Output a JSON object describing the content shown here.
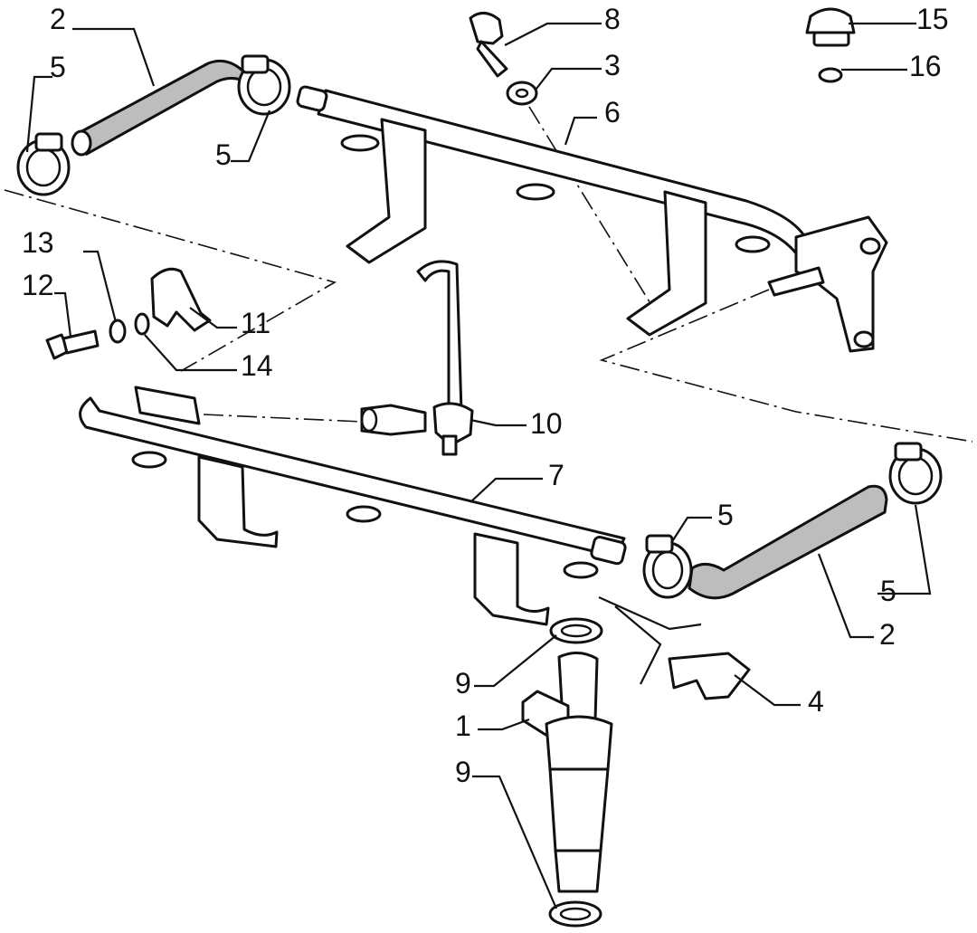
{
  "callouts": [
    {
      "id": "c2a",
      "label": "2"
    },
    {
      "id": "c5a",
      "label": "5"
    },
    {
      "id": "c5b",
      "label": "5"
    },
    {
      "id": "c8",
      "label": "8"
    },
    {
      "id": "c3",
      "label": "3"
    },
    {
      "id": "c6",
      "label": "6"
    },
    {
      "id": "c15",
      "label": "15"
    },
    {
      "id": "c16",
      "label": "16"
    },
    {
      "id": "c13",
      "label": "13"
    },
    {
      "id": "c12",
      "label": "12"
    },
    {
      "id": "c11",
      "label": "11"
    },
    {
      "id": "c14",
      "label": "14"
    },
    {
      "id": "c10",
      "label": "10"
    },
    {
      "id": "c7",
      "label": "7"
    },
    {
      "id": "c5c",
      "label": "5"
    },
    {
      "id": "c5d",
      "label": "5"
    },
    {
      "id": "c2b",
      "label": "2"
    },
    {
      "id": "c9a",
      "label": "9"
    },
    {
      "id": "c4",
      "label": "4"
    },
    {
      "id": "c1",
      "label": "1"
    },
    {
      "id": "c9b",
      "label": "9"
    }
  ]
}
